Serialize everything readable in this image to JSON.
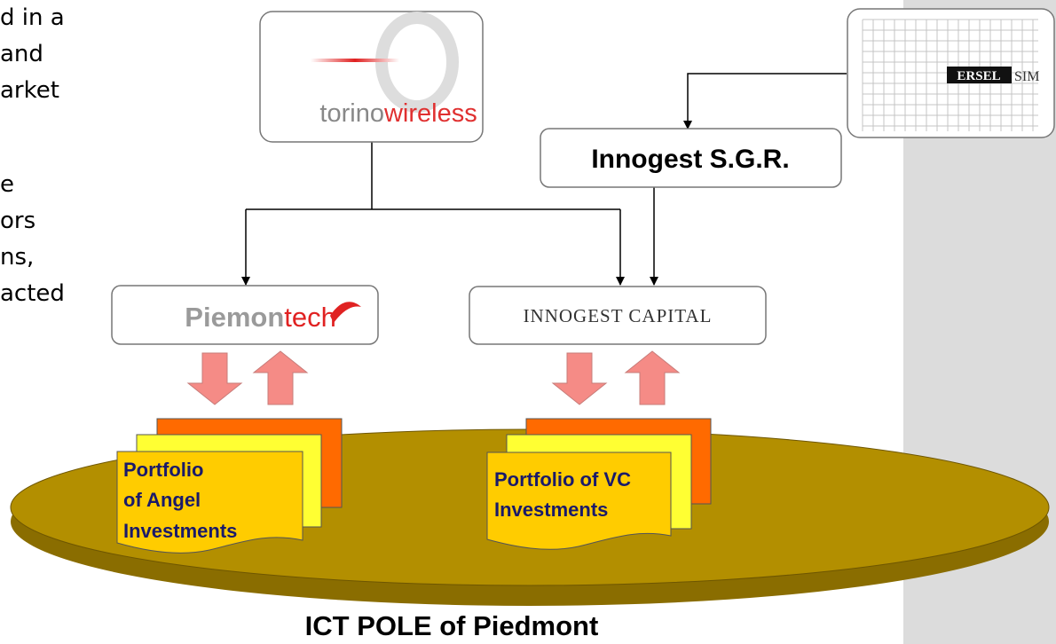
{
  "side_text": {
    "lines": [
      "d in a",
      "and",
      "arket",
      "",
      "e",
      "ors",
      "ns,",
      "acted"
    ]
  },
  "logos": {
    "torinowireless": {
      "part1": "torino",
      "part2": "wireless"
    },
    "ersel": {
      "part1": "ERSEL",
      "part2": "SIM"
    },
    "piemontech": {
      "part1": "Piemon",
      "part2": "tech"
    }
  },
  "nodes": {
    "innogest_sgr": "Innogest S.G.R.",
    "innogest_capital": "INNOGEST CAPITAL"
  },
  "portfolios": {
    "angel": [
      "Portfolio",
      "of Angel",
      "Investments"
    ],
    "vc": [
      "Portfolio of VC",
      "Investments"
    ]
  },
  "caption": "ICT POLE of Piedmont",
  "colors": {
    "platform": "#b38f00",
    "platform_edge": "#8a6d00",
    "arrow": "#f58b86",
    "doc_back": "#ff6a00",
    "doc_mid": "#ffff33",
    "doc_front": "#ffcc00",
    "side_panel": "#dcdcdc"
  }
}
